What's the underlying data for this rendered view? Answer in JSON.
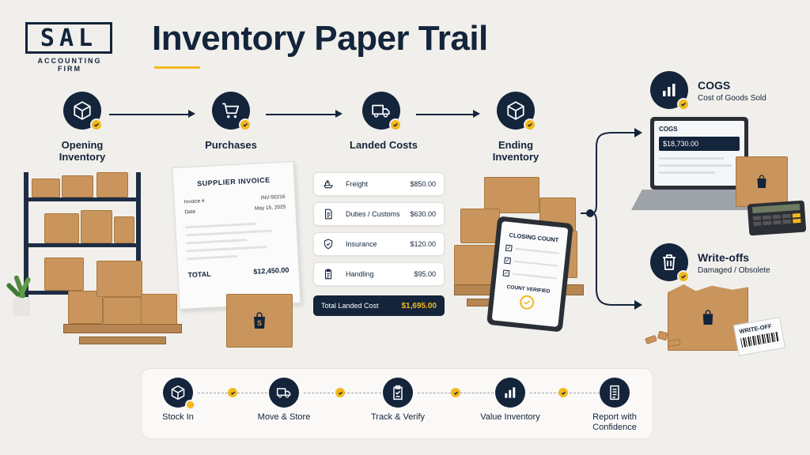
{
  "brand": {
    "logo_letters": "SAL",
    "logo_sub": "ACCOUNTING FIRM"
  },
  "title": "Inventory Paper Trail",
  "steps": [
    {
      "label": "Opening Inventory",
      "icon": "box-icon"
    },
    {
      "label": "Purchases",
      "icon": "cart-icon"
    },
    {
      "label": "Landed Costs",
      "icon": "truck-icon"
    },
    {
      "label": "Ending Inventory",
      "icon": "box-icon"
    }
  ],
  "invoice": {
    "title": "SUPPLIER INVOICE",
    "invoice_label": "Invoice #",
    "invoice_value": "INV-50216",
    "date_label": "Date",
    "date_value": "May 15, 2025",
    "total_label": "TOTAL",
    "total_value": "$12,450.00"
  },
  "landed_costs": {
    "items": [
      {
        "name": "Freight",
        "value": "$850.00",
        "icon": "ship-icon"
      },
      {
        "name": "Duties / Customs",
        "value": "$630.00",
        "icon": "document-icon"
      },
      {
        "name": "Insurance",
        "value": "$120.00",
        "icon": "shield-icon"
      },
      {
        "name": "Handling",
        "value": "$95.00",
        "icon": "clipboard-icon"
      }
    ],
    "total_label": "Total Landed Cost",
    "total_value": "$1,695.00"
  },
  "closing_count": {
    "title": "CLOSING COUNT",
    "verified": "COUNT VERIFIED"
  },
  "outcomes": {
    "cogs": {
      "title": "COGS",
      "subtitle": "Cost of Goods Sold",
      "screen_label": "COGS",
      "screen_value": "$18,730.00"
    },
    "writeoffs": {
      "title": "Write-offs",
      "subtitle": "Damaged / Obsolete",
      "tag": "WRITE-OFF"
    }
  },
  "box_mark": "S",
  "process": [
    {
      "label": "Stock In",
      "icon": "box-icon"
    },
    {
      "label": "Move & Store",
      "icon": "truck-icon"
    },
    {
      "label": "Track & Verify",
      "icon": "clipboard-check-icon"
    },
    {
      "label": "Value Inventory",
      "icon": "bar-chart-icon"
    },
    {
      "label": "Report with Confidence",
      "icon": "report-icon"
    }
  ],
  "colors": {
    "navy": "#13243b",
    "accent": "#f3b81c",
    "background": "#f1efeb",
    "cardboard": "#c9955c"
  }
}
